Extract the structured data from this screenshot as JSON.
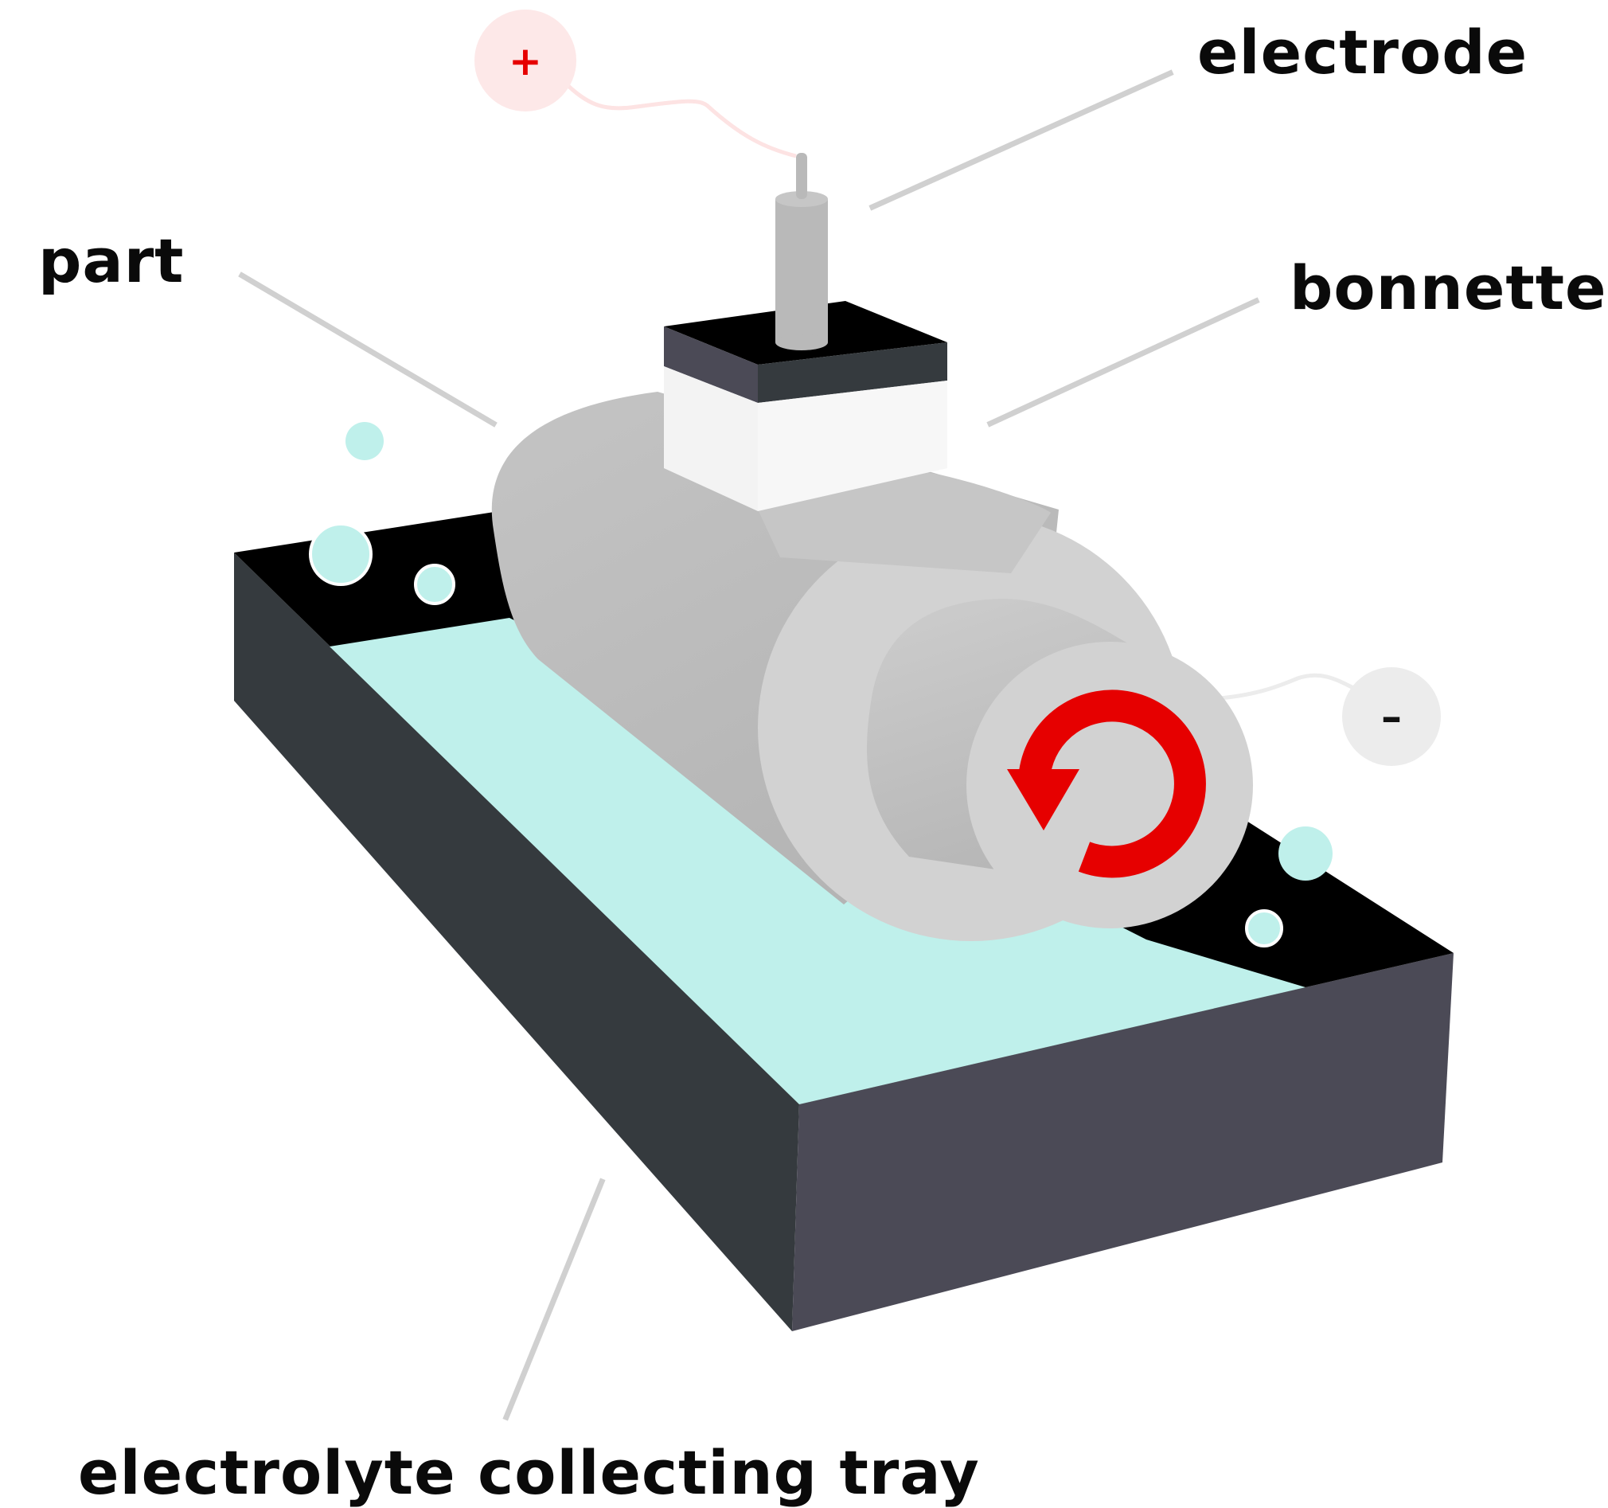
{
  "labels": {
    "electrode": "electrode",
    "part": "part",
    "bonnette": "bonnette",
    "tray": "electrolyte collecting tray"
  },
  "terminals": {
    "positive": "+",
    "negative": "–"
  },
  "colors": {
    "electrolyte": "#bff0eb",
    "rotation_arrow": "#e60000",
    "tray_left": "#353a3e",
    "tray_front": "#4b4a56",
    "tray_rim": "#000000",
    "part": "#d2d2d2",
    "leader_line": "#d0d0d0"
  }
}
